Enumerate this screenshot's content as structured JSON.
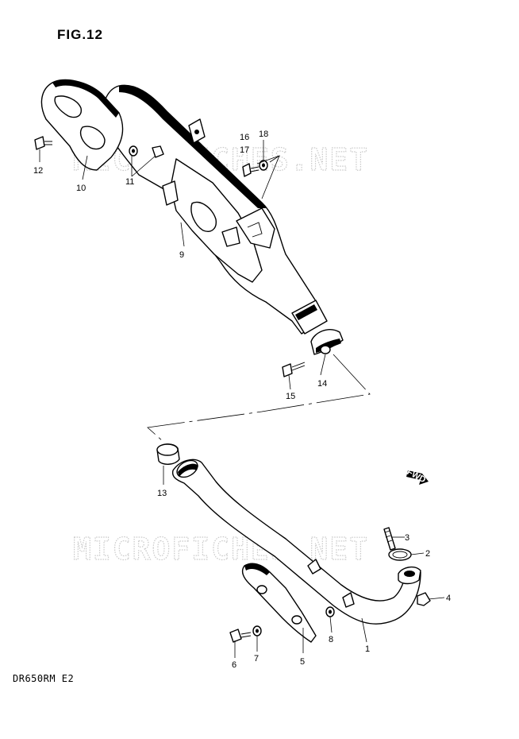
{
  "figure_title": "FIG.12",
  "model_code": "DR650RM  E2",
  "watermark": "MICROFICHES.NET",
  "fwd_label": "FWD",
  "callouts": [
    {
      "id": "c1",
      "label": "1"
    },
    {
      "id": "c2",
      "label": "2"
    },
    {
      "id": "c3",
      "label": "3"
    },
    {
      "id": "c4",
      "label": "4"
    },
    {
      "id": "c5",
      "label": "5"
    },
    {
      "id": "c6",
      "label": "6"
    },
    {
      "id": "c7",
      "label": "7"
    },
    {
      "id": "c8",
      "label": "8"
    },
    {
      "id": "c9",
      "label": "9"
    },
    {
      "id": "c10",
      "label": "10"
    },
    {
      "id": "c11",
      "label": "11"
    },
    {
      "id": "c12",
      "label": "12"
    },
    {
      "id": "c13",
      "label": "13"
    },
    {
      "id": "c14",
      "label": "14"
    },
    {
      "id": "c15",
      "label": "15"
    },
    {
      "id": "c16",
      "label": "16"
    },
    {
      "id": "c17",
      "label": "17"
    },
    {
      "id": "c18",
      "label": "18"
    }
  ]
}
